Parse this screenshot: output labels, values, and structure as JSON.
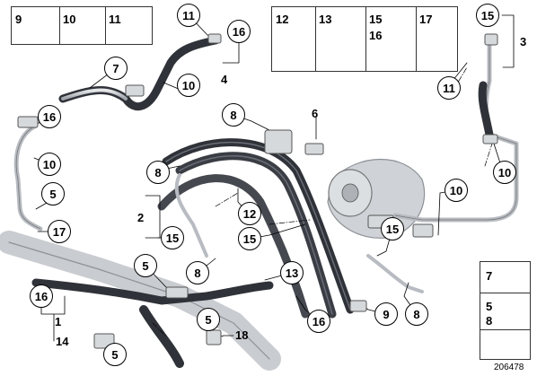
{
  "parts_box_left": {
    "items": [
      {
        "num": "9",
        "icon": "bolt-icon"
      },
      {
        "num": "10",
        "icon": "flange-bolt-icon"
      },
      {
        "num": "11",
        "icon": "socket-screw-icon"
      }
    ]
  },
  "parts_box_middle": {
    "items": [
      {
        "num": "12",
        "icon": "hex-nut-icon"
      },
      {
        "num": "13",
        "icon": "long-bolt-icon"
      },
      {
        "num": "15",
        "icon": "o-ring-icon"
      },
      {
        "num": "16",
        "icon": "o-ring-icon"
      },
      {
        "num": "17",
        "icon": "rubber-mount-icon"
      }
    ]
  },
  "parts_box_right": {
    "items": [
      {
        "num": "7",
        "icon": "socket-screw-icon"
      },
      {
        "num": "5",
        "icon": "long-socket-screw-icon"
      },
      {
        "num": "8",
        "icon": "long-socket-screw-icon"
      }
    ]
  },
  "group_labels": {
    "label_1": "1",
    "label_2": "2",
    "label_3": "3",
    "label_4": "4",
    "label_6": "6",
    "label_14": "14",
    "label_18": "18"
  },
  "callouts": {
    "c11_top": "11",
    "c16_top": "16",
    "c7": "7",
    "c10_a": "10",
    "c16_left": "16",
    "c10_left": "10",
    "c5_left": "5",
    "c17": "17",
    "c8_center": "8",
    "c8_left": "8",
    "c12": "12",
    "c15_mid": "15",
    "c15_low": "15",
    "c15_right": "15",
    "c10_right": "10",
    "c10_far_right": "10",
    "c15_top_right": "15",
    "c11_right": "11",
    "c5_mid": "5",
    "c8_low": "8",
    "c13": "13",
    "c16_bottom_left": "16",
    "c5_bottom": "5",
    "c5_bottom2": "5",
    "c16_bottom": "16",
    "c9": "9",
    "c8_bottom_right": "8"
  },
  "reference_number": "206478",
  "colors": {
    "line": "#000000",
    "hose": "#3a3d44",
    "metal": "#b8bcc2"
  }
}
